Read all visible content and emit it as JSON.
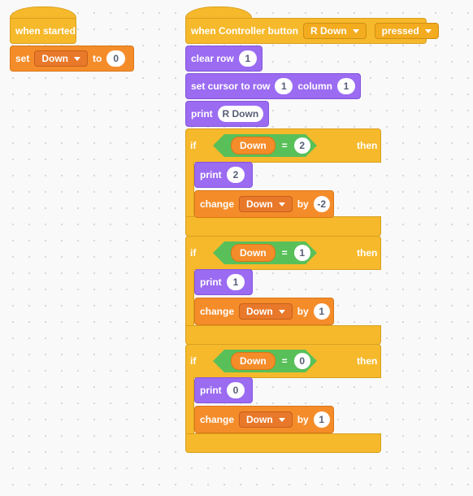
{
  "script1": {
    "hat_label": "when started",
    "set_label": "set",
    "set_var": "Down",
    "to_label": "to",
    "set_value": "0"
  },
  "script2": {
    "hat_label": "when Controller button",
    "button": "R Down",
    "state": "pressed",
    "clear_row_label": "clear row",
    "clear_row_value": "1",
    "cursor_label": "set cursor to row",
    "cursor_row": "1",
    "column_label": "column",
    "cursor_col": "1",
    "print_label": "print",
    "print_value": "R Down",
    "ifs": [
      {
        "if_label": "if",
        "var": "Down",
        "op": "=",
        "cmp": "2",
        "then_label": "then",
        "print_label": "print",
        "print_value": "2",
        "change_label": "change",
        "change_var": "Down",
        "by_label": "by",
        "change_value": "-2"
      },
      {
        "if_label": "if",
        "var": "Down",
        "op": "=",
        "cmp": "1",
        "then_label": "then",
        "print_label": "print",
        "print_value": "1",
        "change_label": "change",
        "change_var": "Down",
        "by_label": "by",
        "change_value": "1"
      },
      {
        "if_label": "if",
        "var": "Down",
        "op": "=",
        "cmp": "0",
        "then_label": "then",
        "print_label": "print",
        "print_value": "0",
        "change_label": "change",
        "change_var": "Down",
        "by_label": "by",
        "change_value": "1"
      }
    ]
  },
  "colors": {
    "events": "#f6b92b",
    "variables": "#f58c2a",
    "looks": "#9b6bf2",
    "operators": "#59c059",
    "background": "#f9f9f9"
  }
}
